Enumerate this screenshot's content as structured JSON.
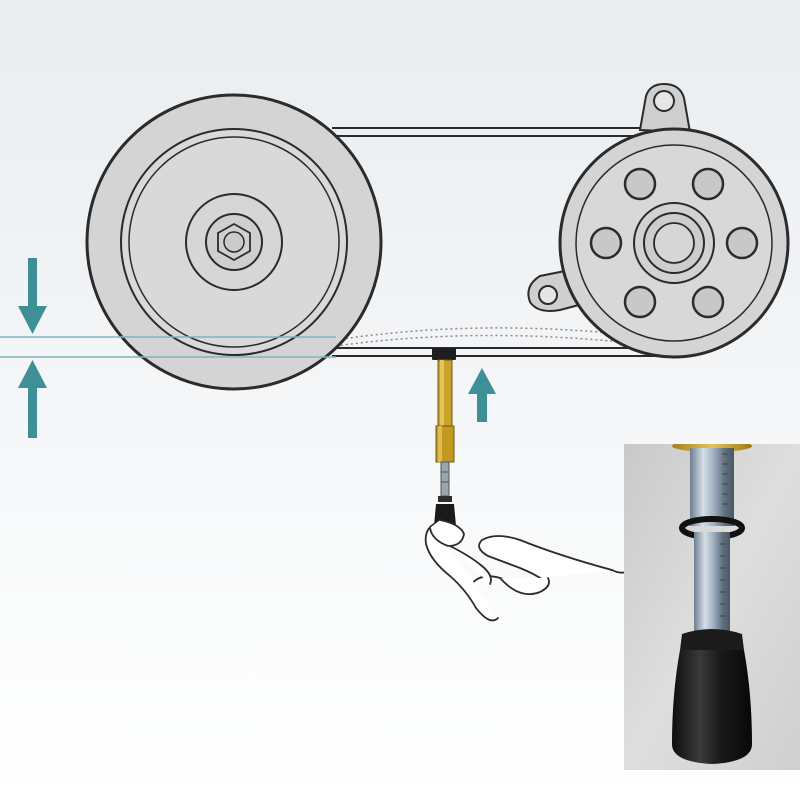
{
  "diagram": {
    "subject": "belt-tension-measurement",
    "components": [
      "large-driven-pulley",
      "small-drive-pulley",
      "drive-belt",
      "tension-gauge",
      "deflection-arrows",
      "inset-gauge-photo"
    ],
    "colors": {
      "background_top": "#e9edf0",
      "background_bottom": "#ffffff",
      "pulley_fill": "#d4d4d4",
      "pulley_outline": "#2b2b2b",
      "arrow_accent": "#3f8f97",
      "guide_line": "#7fb4bb",
      "gauge_brass": "#c9a227",
      "inset_background": "#dcdcdc",
      "gauge_tip_rubber": "#1c1c1c"
    },
    "icons": {
      "deflection_down": "arrow-down-icon",
      "deflection_up": "arrow-up-icon",
      "push_direction": "arrow-up-icon",
      "hand": "hand-icon"
    }
  }
}
